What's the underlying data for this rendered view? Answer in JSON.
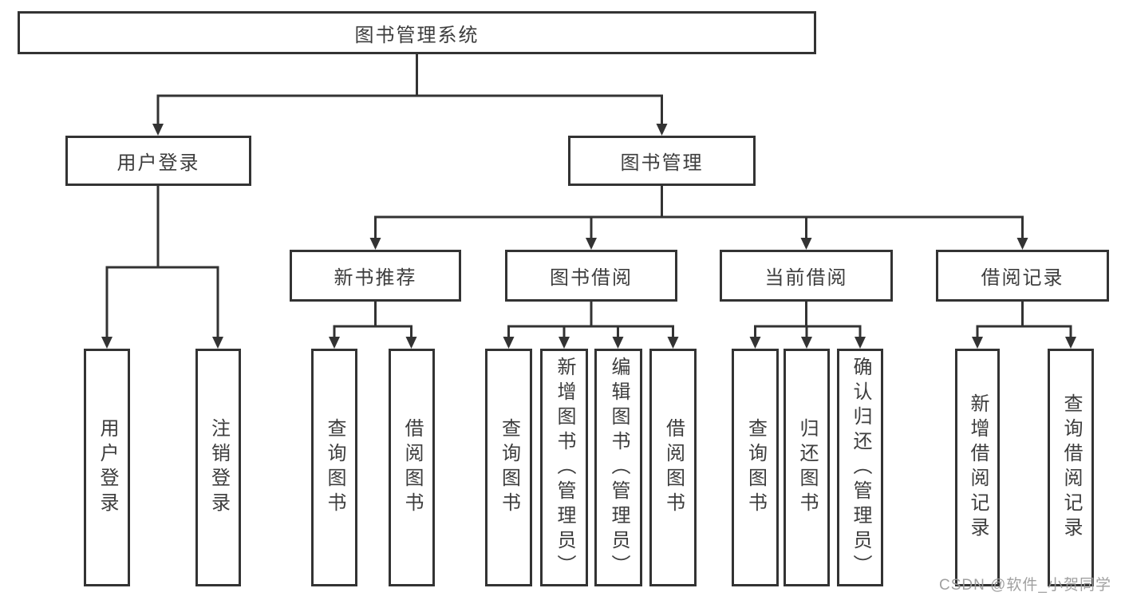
{
  "diagram": {
    "root": {
      "label": "图书管理系统"
    },
    "branches": [
      {
        "label": "用户登录",
        "children": [
          "用户登录",
          "注销登录"
        ]
      },
      {
        "label": "图书管理",
        "children": [
          {
            "label": "新书推荐",
            "children": [
              "查询图书",
              "借阅图书"
            ]
          },
          {
            "label": "图书借阅",
            "children": [
              "查询图书",
              "新增图书（管理员）",
              "编辑图书（管理员）",
              "借阅图书"
            ]
          },
          {
            "label": "当前借阅",
            "children": [
              "查询图书",
              "归还图书",
              "确认归还（管理员）"
            ]
          },
          {
            "label": "借阅记录",
            "children": [
              "新增借阅记录",
              "查询借阅记录"
            ]
          }
        ]
      }
    ]
  },
  "watermark": {
    "text": "CSDN @软件_小贺同学"
  },
  "colors": {
    "line": "#333333",
    "text": "#3d3d3d",
    "watermark": "#9b9b9b",
    "background": "#ffffff"
  }
}
